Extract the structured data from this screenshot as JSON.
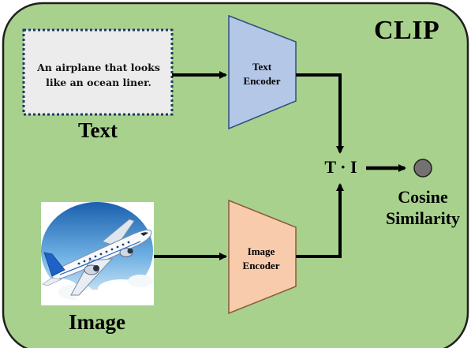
{
  "title": "CLIP",
  "text_input": {
    "caption": "An airplane that looks like an ocean liner.",
    "label": "Text"
  },
  "image_input": {
    "label": "Image"
  },
  "text_encoder": {
    "line1": "Text",
    "line2": "Encoder"
  },
  "image_encoder": {
    "line1": "Image",
    "line2": "Encoder"
  },
  "operation": "T · I",
  "output": {
    "line1": "Cosine",
    "line2": "Similarity"
  },
  "colors": {
    "background": "#a8d18d",
    "text_encoder_fill": "#b4c7e7",
    "image_encoder_fill": "#f8cbad",
    "caption_box_fill": "#ececec",
    "output_dot": "#757171"
  }
}
